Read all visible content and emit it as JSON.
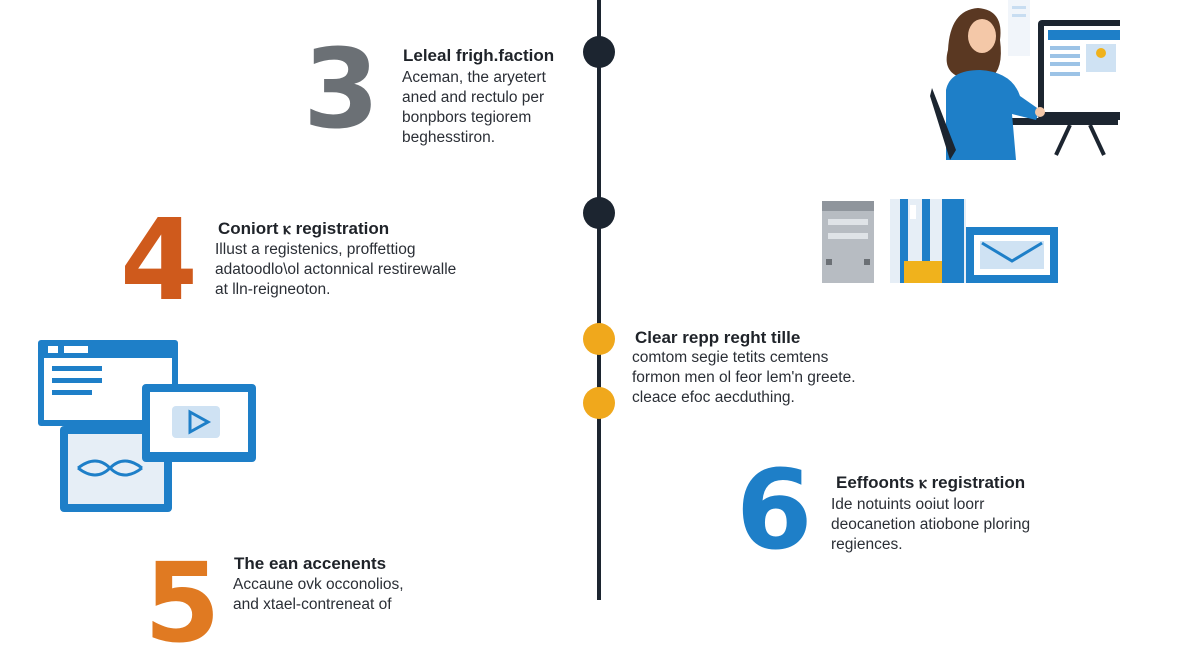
{
  "timeline": {
    "dot_colors": [
      "#1c2530",
      "#1c2530",
      "#f0a81c",
      "#f0a81c"
    ]
  },
  "steps": [
    {
      "number": "3",
      "color": "#6b7075",
      "title": "Leleal frigh.faction",
      "body": "Aceman, the aryetert\naned and rectulo per\nbonpbors tegiorem\nbeghesstiron."
    },
    {
      "number": "4",
      "color": "#cf5a1c",
      "title": "Coniort ⲕ registration",
      "body": "Illust a registenics, proffettiog\nadatoodlo\\ol actonnical restirewalle\nat lln-reigneoton."
    },
    {
      "number": "",
      "color": "#1c2530",
      "title": "Clear repp reght tille",
      "body": "comtom segie tetits cemtens\nformon men ol feor lem'n greete.\ncleace efoc aecduthing."
    },
    {
      "number": "5",
      "color": "#e07a22",
      "title": "The ean accenents",
      "body": "Accaune ovk occonolios,\nand xtael-contreneat of"
    },
    {
      "number": "6",
      "color": "#1e7fc8",
      "title": "Eeffoonts ⲕ registration",
      "body": "Ide notuints ooiut loorr\ndeocanetion atiobone ploring\nregiences."
    }
  ],
  "illustrations": {
    "accent_blue": "#1e7fc8",
    "accent_yellow": "#f0b21c",
    "icons": [
      "person-at-computer-illustration",
      "server-and-mail-illustration",
      "browser-video-mail-illustration"
    ]
  }
}
